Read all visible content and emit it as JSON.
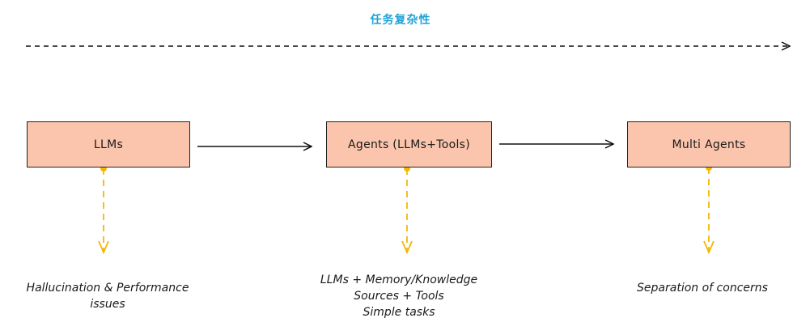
{
  "diagram": {
    "title": "任务复杂性",
    "colors": {
      "title": "#1ea3d6",
      "box_fill": "#fac5ac",
      "box_border": "#222222",
      "arrow": "#111111",
      "connector": "#f5b800"
    },
    "stages": [
      {
        "label": "LLMs",
        "note_lines": [
          "Hallucination & Performance",
          "issues"
        ]
      },
      {
        "label": "Agents (LLMs+Tools)",
        "note_lines": [
          "LLMs + Memory/Knowledge",
          "Sources + Tools",
          "Simple tasks"
        ]
      },
      {
        "label": "Multi Agents",
        "note_lines": [
          "Separation of concerns"
        ]
      }
    ]
  }
}
